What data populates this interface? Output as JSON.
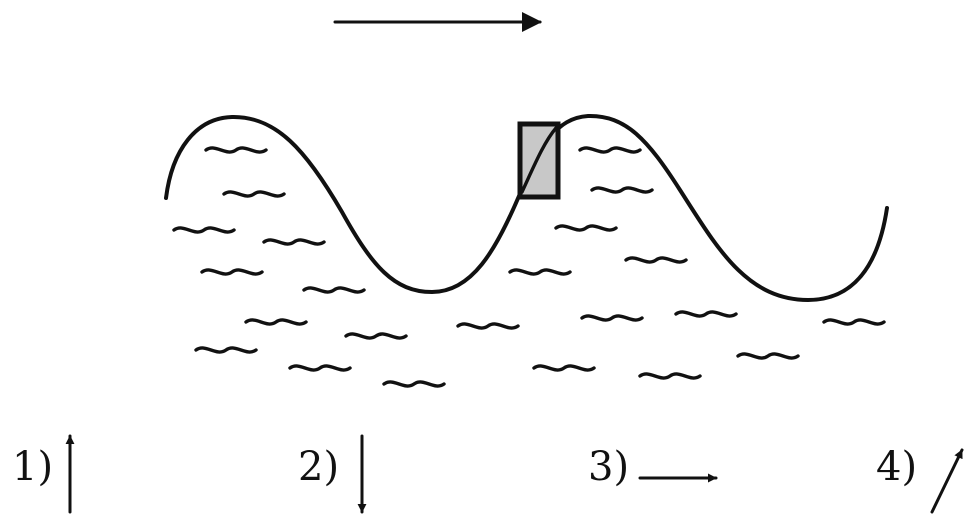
{
  "diagram": {
    "description_arrow": "wave-propagation-direction",
    "highlighted_element": "water-element-on-wave-crest",
    "colors": {
      "line": "#111111",
      "element_fill": "#c8c8c8",
      "background": "#ffffff"
    }
  },
  "options": [
    {
      "label": "1)",
      "arrow": "up-arrow"
    },
    {
      "label": "2)",
      "arrow": "down-arrow"
    },
    {
      "label": "3)",
      "arrow": "right-arrow"
    },
    {
      "label": "4)",
      "arrow": "up-right-arrow"
    }
  ]
}
